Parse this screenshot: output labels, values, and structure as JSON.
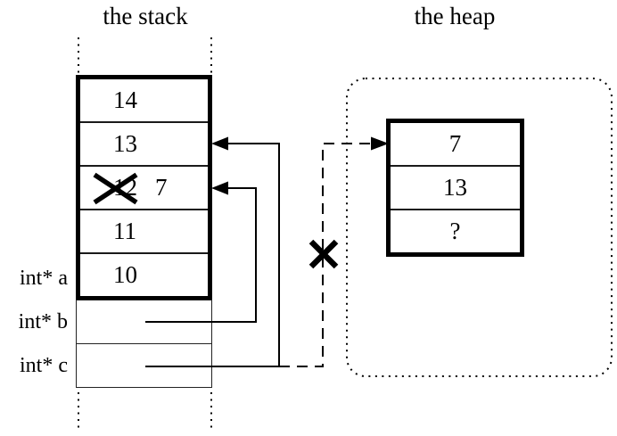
{
  "titles": {
    "stack": "the stack",
    "heap": "the heap"
  },
  "stack": {
    "cells": [
      {
        "value": "14"
      },
      {
        "value": "13"
      },
      {
        "value": "12",
        "crossed_out": true,
        "new_value": "7"
      },
      {
        "value": "11"
      },
      {
        "value": "10"
      }
    ],
    "pointer_labels": [
      {
        "label": "int* a"
      },
      {
        "label": "int* b"
      },
      {
        "label": "int* c"
      }
    ]
  },
  "heap": {
    "cells": [
      {
        "value": "7"
      },
      {
        "value": "13"
      },
      {
        "value": "?"
      }
    ]
  },
  "colors": {
    "ink": "#000000",
    "divider": "#1a1a1a",
    "background": "#ffffff"
  }
}
